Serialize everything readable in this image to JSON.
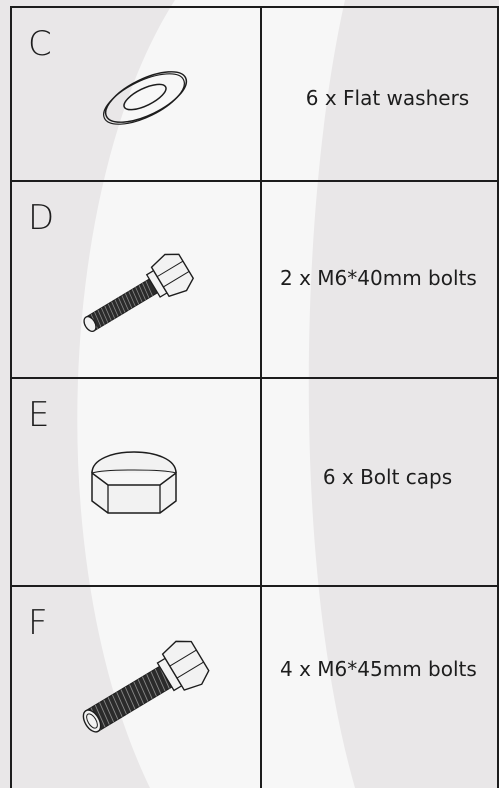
{
  "parts": [
    {
      "letter": "C",
      "description": "6 x Flat washers",
      "icon": "flat-washer-icon"
    },
    {
      "letter": "D",
      "description": "2 x M6*40mm bolts",
      "icon": "bolt-icon"
    },
    {
      "letter": "E",
      "description": "6 x Bolt caps",
      "icon": "bolt-cap-icon"
    },
    {
      "letter": "F",
      "description": "4 x M6*45mm bolts",
      "icon": "bolt-icon"
    }
  ],
  "colors": {
    "background": "#e9e7e8",
    "arc": "#f7f7f7",
    "lines": "#1d1d1d"
  }
}
